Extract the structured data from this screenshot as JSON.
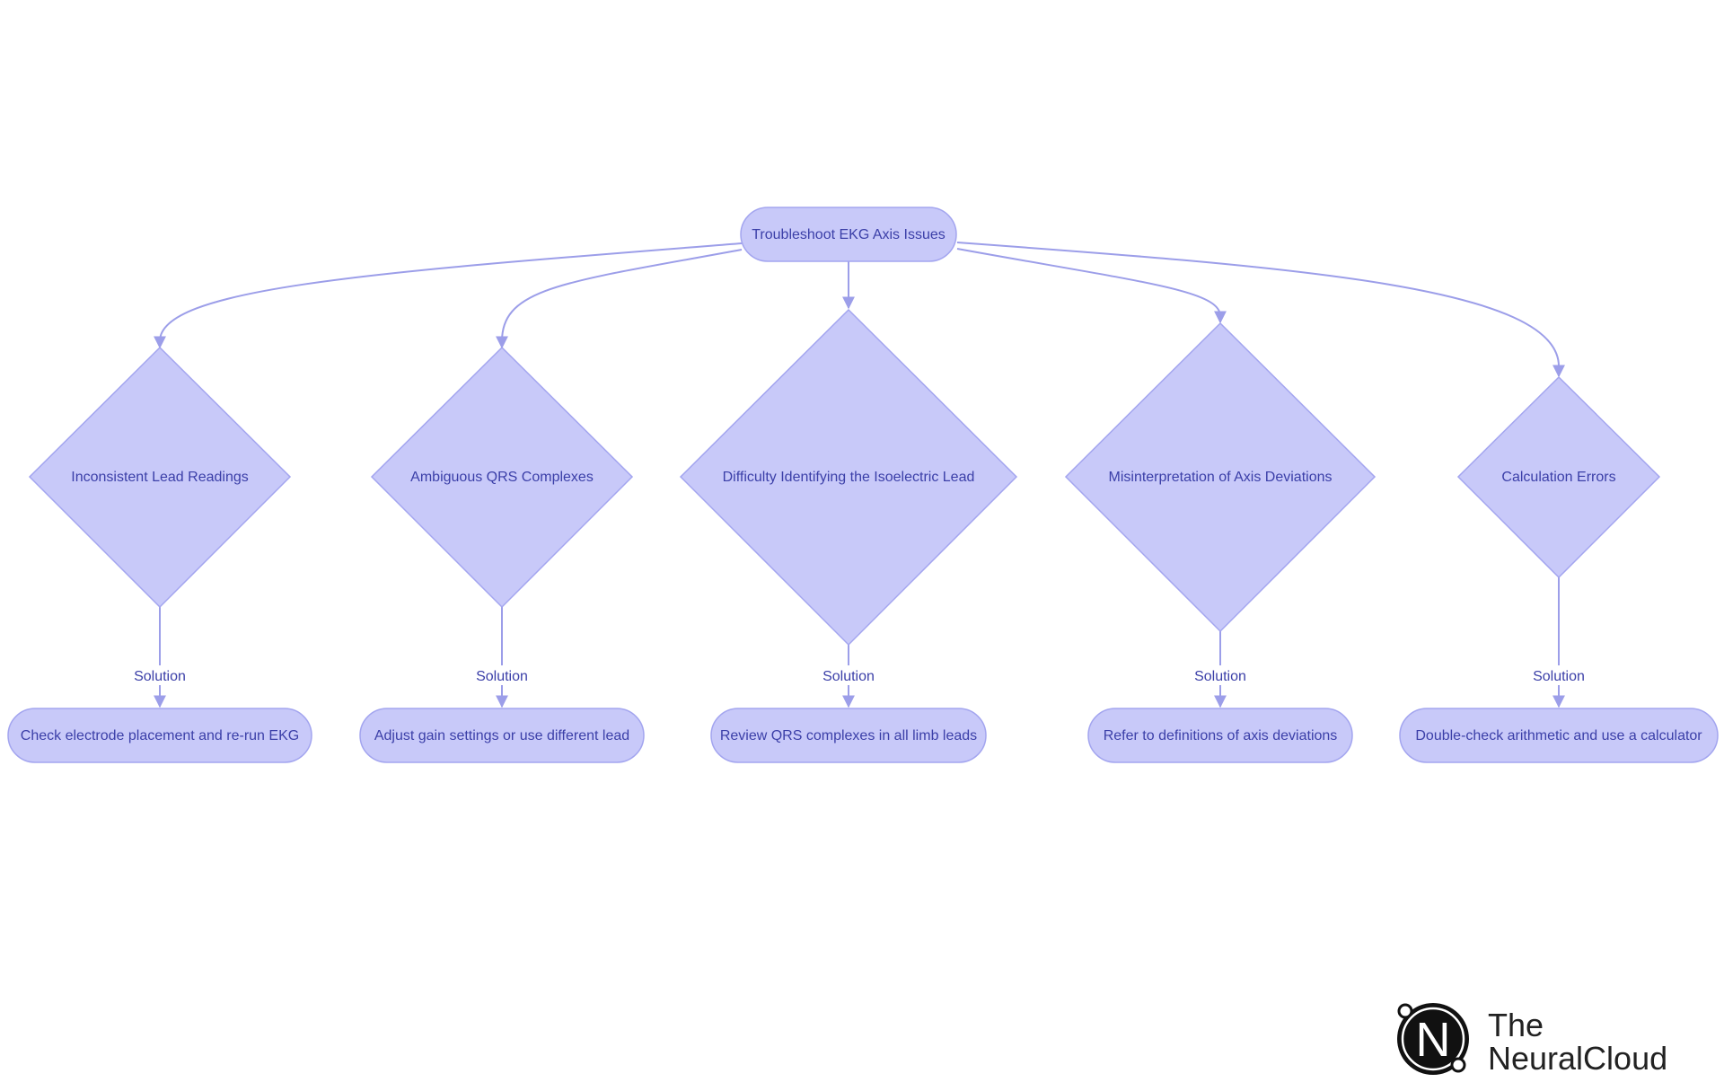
{
  "colors": {
    "node_fill": "#c8c9f9",
    "node_stroke": "#a3a5ef",
    "edge": "#9c9ee9",
    "text": "#3b3fa8",
    "background": "#ffffff",
    "logo": "#111111"
  },
  "flowchart": {
    "root": {
      "label": "Troubleshoot EKG Axis Issues"
    },
    "edge_label": "Solution",
    "branches": [
      {
        "problem": "Inconsistent Lead Readings",
        "solution": "Check electrode placement and re-run EKG"
      },
      {
        "problem": "Ambiguous QRS Complexes",
        "solution": "Adjust gain settings or use different lead"
      },
      {
        "problem": "Difficulty Identifying the Isoelectric Lead",
        "solution": "Review QRS complexes in all limb leads"
      },
      {
        "problem": "Misinterpretation of Axis Deviations",
        "solution": "Refer to definitions of axis deviations"
      },
      {
        "problem": "Calculation Errors",
        "solution": "Double-check arithmetic and use a calculator"
      }
    ]
  },
  "logo": {
    "mark_letter": "N",
    "line1": "The",
    "line2": "NeuralCloud",
    "icon": "neuralcloud-logo-icon"
  }
}
